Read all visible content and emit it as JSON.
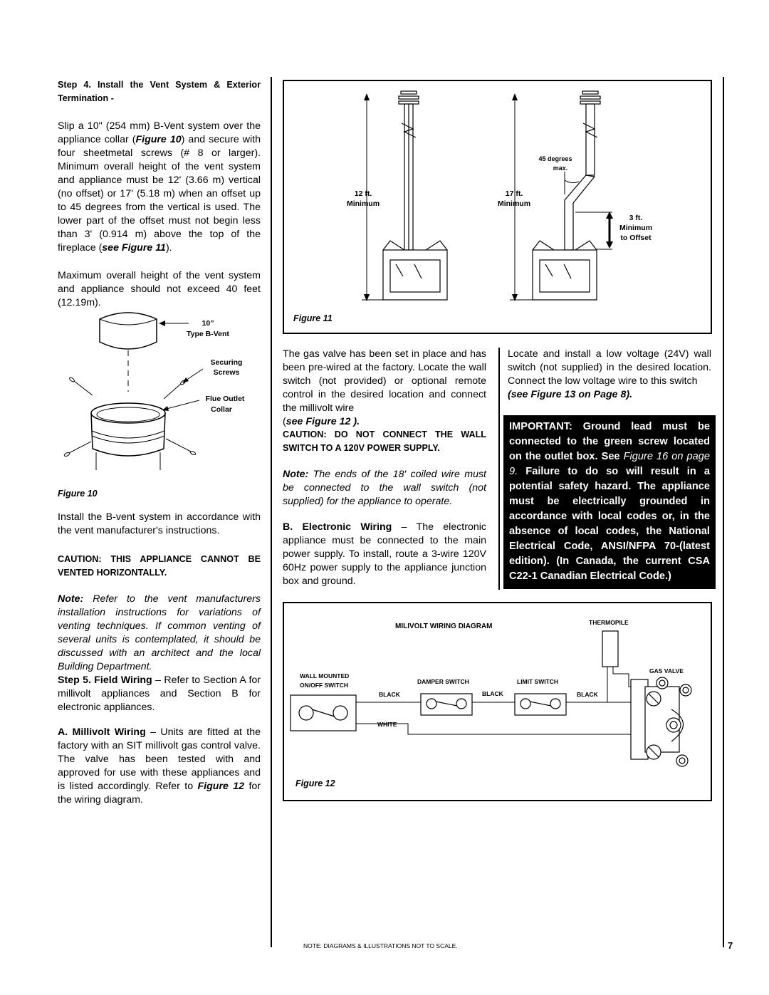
{
  "left_column": {
    "step4_heading": "Step 4. Install the Vent System & Exterior Termination -",
    "step4_para_a": "Slip a 10\" (254 mm) B-Vent system over the appliance collar (",
    "step4_fig_ref": "Figure 10",
    "step4_para_b": ") and secure with four sheetmetal screws (# 8 or larger). Minimum overall height of the vent system and appliance must be 12' (3.66 m) vertical (no offset) or 17' (5.18 m) when an offset up to 45 degrees from the vertical is used. The lower part of the offset must not begin less than 3' (0.914 m) above the top of the fireplace (",
    "step4_see_fig": "see Figure 11",
    "step4_para_c": ").",
    "max_height_para": "Maximum overall height of the vent system and appliance should not exceed 40 feet (12.19m).",
    "figure10": {
      "label_10": "10”",
      "label_type": "Type B-Vent",
      "label_securing": "Securing",
      "label_screws": "Screws",
      "label_flue": "Flue Outlet",
      "label_collar": "Collar",
      "caption": "Figure 10"
    },
    "install_para": "Install the B-vent system in accordance with the vent manufacturer's instructions.",
    "caution_horizontal": "CAUTION: THIS APPLIANCE CANNOT BE VENTED HORIZONTALLY.",
    "note_label": "Note:",
    "note_text": " Refer to the vent manufacturers installation instructions for variations of venting techniques. If common venting of several units is contemplated, it should be discussed with an architect and the local Building Department.",
    "step5_label": "Step 5. Field Wiring",
    "step5_text": " – Refer to Section A for millivolt appliances and Section B for electronic appliances.",
    "millivolt_label": "A. Millivolt Wiring",
    "millivolt_text_a": " – Units are fitted at the factory with an SIT millivolt gas control valve. The valve has been tested with and approved for use with these appliances and is listed accordingly. Refer to ",
    "millivolt_fig": "Figure 12",
    "millivolt_text_b": " for the wiring diagram."
  },
  "figure11": {
    "left_height": "12 ft.",
    "left_min": "Minimum",
    "right_height": "17 ft.",
    "right_min": "Minimum",
    "angle_a": "45 degrees",
    "angle_b": "max.",
    "offset_a": "3 ft.",
    "offset_b": "Minimum",
    "offset_c": "to Offset",
    "caption": "Figure 11"
  },
  "mid_column": {
    "gas_valve_para": "The gas valve has been set in place and has been pre-wired at the factory. Locate the wall switch (not provided) or optional remote control in the desired location and connect the millivolt wire",
    "gas_valve_see": "see Figure 12 ).",
    "caution_wall": "CAUTION: DO NOT CONNECT THE WALL SWITCH TO A 120V POWER SUPPLY.",
    "note_label": "Note:",
    "note_text": " The ends of the 18' coiled wire must be connected to the wall switch (not supplied) for the appliance to operate.",
    "electronic_label": "B. Electronic Wiring",
    "electronic_text": " – The electronic appliance must be connected to the main power supply. To install, route a 3-wire 120V 60Hz power supply to the appliance junction box and ground."
  },
  "right_column": {
    "locate_para": "Locate and install a low voltage (24V) wall switch (not supplied) in the desired location. Connect the low voltage wire to this switch",
    "locate_see": "(see Figure 13 on Page 8).",
    "important_a": "IMPORTANT: Ground lead must be connected to the green screw located on the outlet box. See ",
    "important_fig": "Figure 16 on page 9.",
    "important_b": " Failure to do so will result in a potential safety hazard. The appliance must be electrically grounded in accordance with local codes or, in the absence of local codes, the National Electrical Code, ANSI/NFPA 70-(latest edition). (In Canada, the current CSA C22-1 Canadian Electrical Code.)"
  },
  "figure12": {
    "title": "MILIVOLT WIRING DIAGRAM",
    "thermopile": "THERMOPILE",
    "gas_valve": "GAS VALVE",
    "wall_mounted": "WALL MOUNTED",
    "on_off": "ON/OFF SWITCH",
    "damper": "DAMPER SWITCH",
    "limit": "LIMIT SWITCH",
    "black1": "BLACK",
    "black2": "BLACK",
    "black3": "BLACK",
    "white": "WHITE",
    "caption": "Figure 12"
  },
  "footer": {
    "note": "NOTE: DIAGRAMS & ILLUSTRATIONS NOT TO SCALE.",
    "page_number": "7"
  }
}
